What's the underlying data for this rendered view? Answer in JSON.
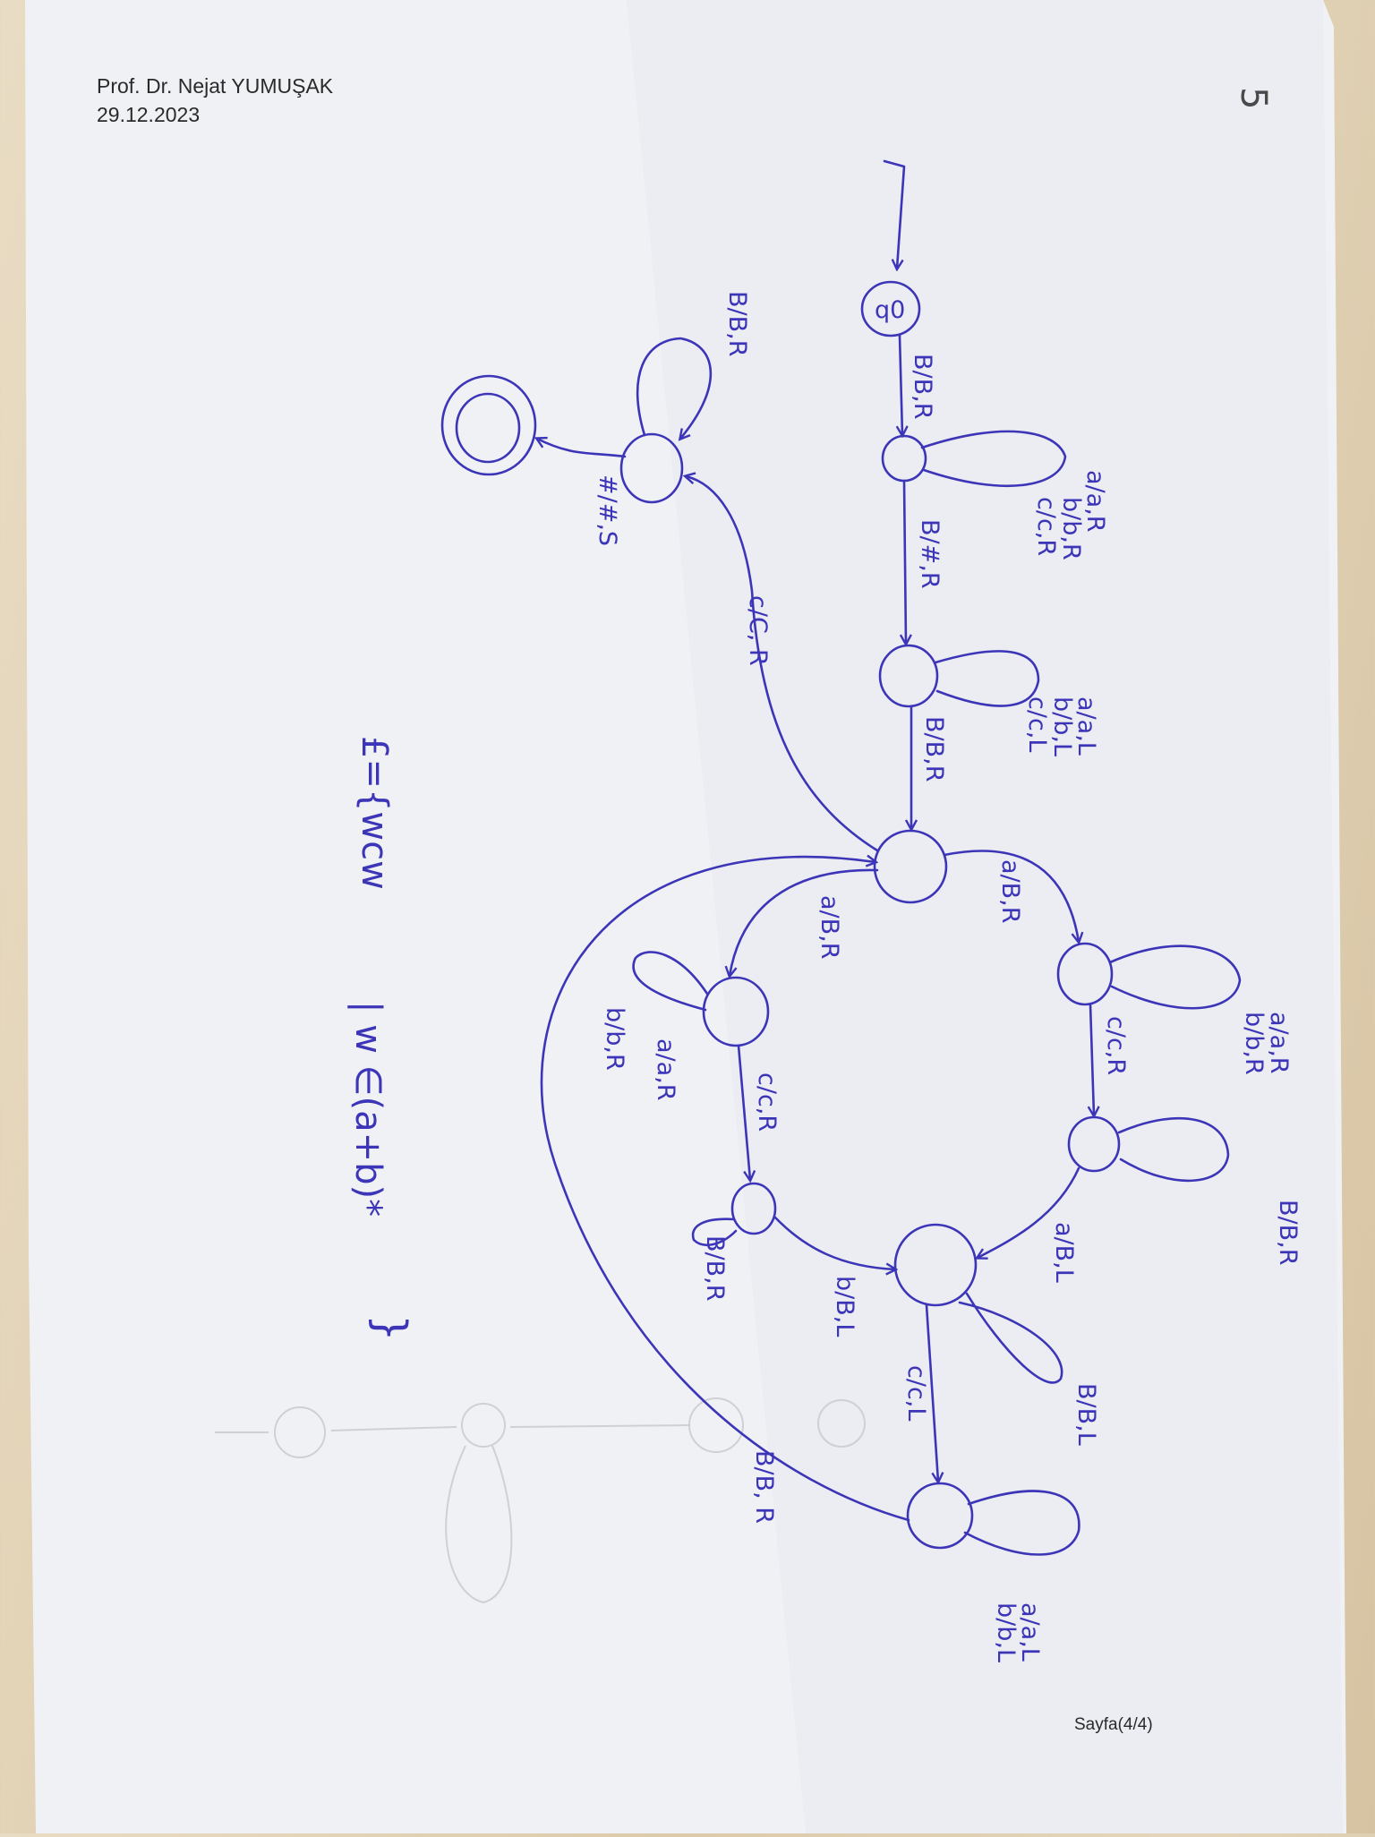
{
  "header": {
    "name": "Prof. Dr. Nejat YUMUŞAK",
    "date": "29.12.2023"
  },
  "page_number": "5",
  "footer": {
    "page": "Sayfa(4/4)"
  },
  "colors": {
    "ink": "#3c35b8",
    "paper": "#f2f3f6"
  },
  "diagram": {
    "states": {
      "q0": "q0"
    },
    "labels": {
      "start_to_s1": "B/B,R",
      "s1_loop": [
        "a/a,R",
        "b/b,R",
        "c/c,R"
      ],
      "s1_to_s2": "B/#,R",
      "s2_loop": [
        "a/a,L",
        "b/b,L",
        "c/c,L"
      ],
      "s2_to_hub": "B/B,R",
      "hub_to_s3": "c/C, R",
      "s3_loop": "B/B,R",
      "s3_to_final": "#/#,S",
      "hub_to_right1": "a/B,R",
      "right1_loop": [
        "a/a,R",
        "b/b,R"
      ],
      "right1_to_right2": "c/c,R",
      "right2_loop": "B/B,R",
      "right2_to_merge": "a/B,L",
      "hub_to_left1": "a/B,R",
      "left1_loop": [
        "a/a,R",
        "b/b,R"
      ],
      "left1_to_left2": "c/c,R",
      "left2_loop": "B/B,R",
      "left2_to_merge": "b/B,L",
      "merge_loop": "B/B,L",
      "merge_to_back": "c/c,L",
      "back_loop": [
        "a/a,L",
        "b/b,L"
      ],
      "back_to_hub": "B/B, R"
    },
    "language": [
      "£={wcw",
      "| w ∈(a+b)*",
      "}"
    ]
  }
}
